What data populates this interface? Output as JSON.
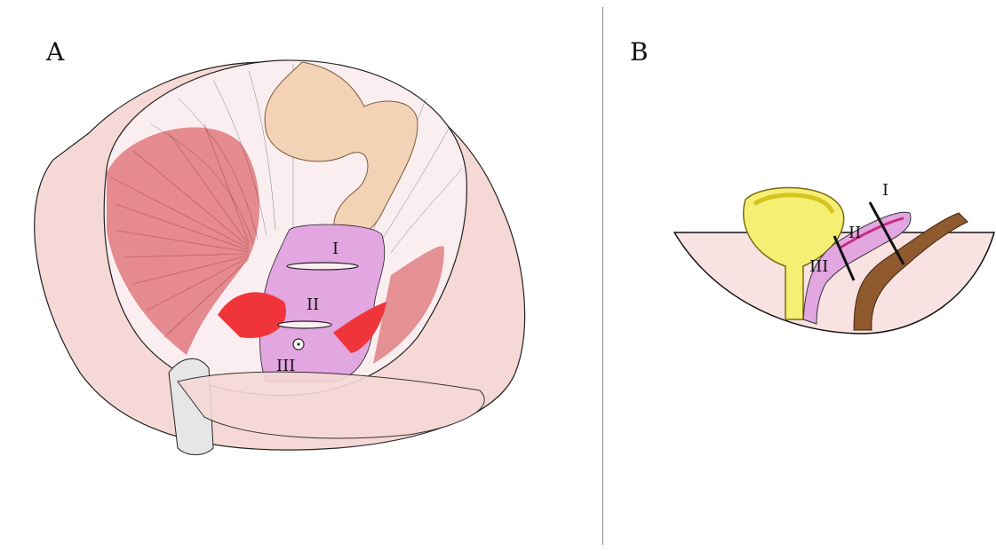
{
  "panels": {
    "a": {
      "letter": "A",
      "labels": {
        "i": "I",
        "ii": "II",
        "iii": "III"
      }
    },
    "b": {
      "letter": "B",
      "labels": {
        "i": "I",
        "ii": "II",
        "iii": "III"
      }
    }
  },
  "colors": {
    "skin": "#f6d9d6",
    "muscle_red": "#e0787c",
    "vagina_pink": "#e2a6e0",
    "bright_red": "#f0353a",
    "intestine": "#f3d2b5",
    "bladder_yellow": "#f5ef74",
    "rectum_brown": "#8f5a2e"
  }
}
